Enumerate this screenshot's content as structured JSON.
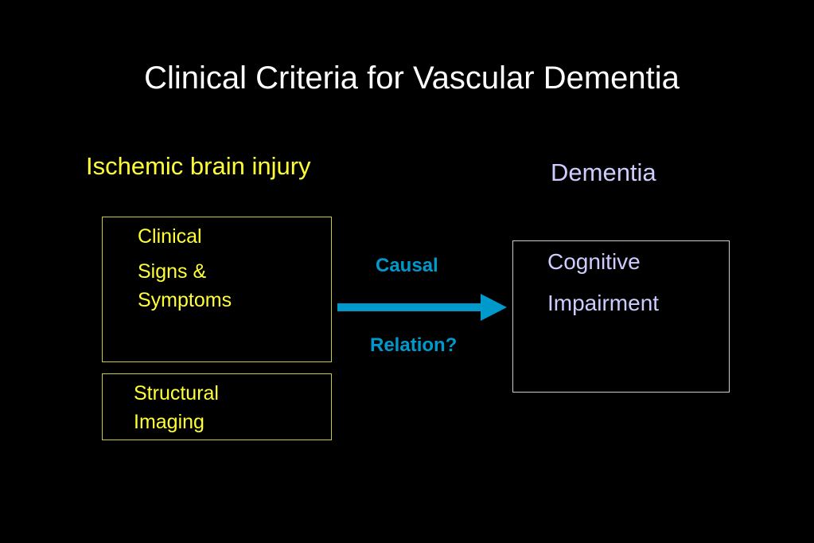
{
  "title": "Clinical Criteria for Vascular Dementia",
  "left_heading": "Ischemic brain injury",
  "right_heading": "Dementia",
  "clinical_box": {
    "line1": "Clinical",
    "line2": "Signs &",
    "line3": "Symptoms"
  },
  "structural_box": {
    "line1": "Structural",
    "line2": "Imaging"
  },
  "cognitive_box": {
    "line1": "Cognitive",
    "line2": "Impairment"
  },
  "connector": {
    "label_top": "Causal",
    "label_bottom": "Relation?"
  },
  "colors": {
    "background": "#000000",
    "title": "#ffffff",
    "yellow_text": "#ffff33",
    "yellow_border": "#cccc33",
    "lavender_text": "#ccccff",
    "arrow_blue": "#0099cc"
  }
}
